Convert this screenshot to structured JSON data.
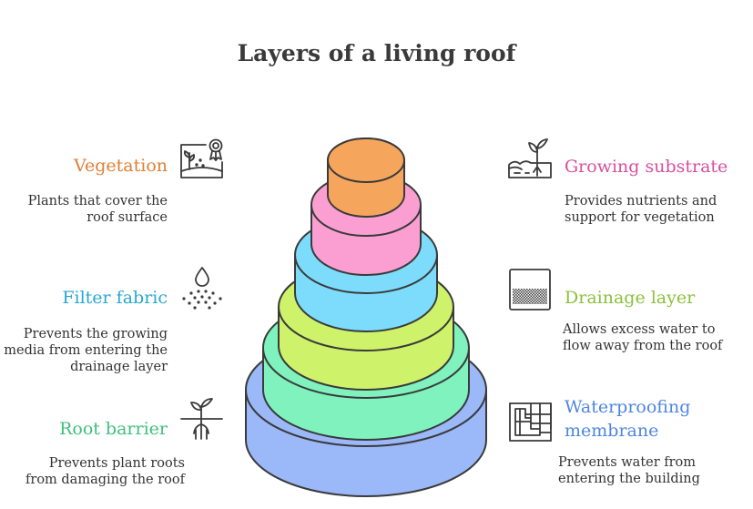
{
  "title": "Layers of a living roof",
  "layers": [
    {
      "label": "Vegetation",
      "desc1": "Plants that cover the",
      "desc2": "roof surface",
      "color": "#f6a55c",
      "label_color": "#e07f36"
    },
    {
      "label": "Growing substrate",
      "desc1": "Provides nutrients and",
      "desc2": "support for vegetation",
      "color": "#fb9fd3",
      "label_color": "#d84f9e"
    },
    {
      "label": "Filter fabric",
      "desc1": "Prevents the growing",
      "desc2": "media from entering the",
      "desc3": "drainage layer",
      "color": "#7ddcfb",
      "label_color": "#27a7d3"
    },
    {
      "label": "Drainage layer",
      "desc1": "Allows excess water to",
      "desc2": "flow away from the roof",
      "color": "#cef36b",
      "label_color": "#8cc13c"
    },
    {
      "label": "Root barrier",
      "desc1": "Prevents plant roots",
      "desc2": "from damaging the roof",
      "color": "#7ff2bd",
      "label_color": "#3fbf7e"
    },
    {
      "label": "Waterproofing membrane",
      "label_line1": "Waterproofing",
      "label_line2": "membrane",
      "desc1": "Prevents water from",
      "desc2": "entering the building",
      "color": "#9bb8f9",
      "label_color": "#4f86e0"
    }
  ],
  "icons": [
    "plant-certificate-icon",
    "sprout-soil-icon",
    "droplet-filter-icon",
    "drainage-grid-icon",
    "root-sprout-icon",
    "membrane-grid-icon"
  ]
}
